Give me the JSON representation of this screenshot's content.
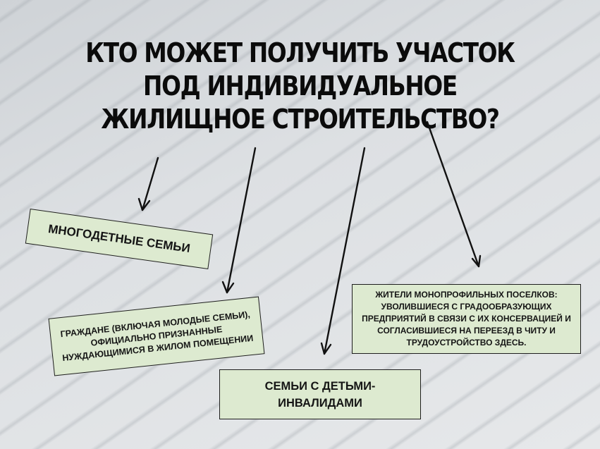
{
  "title": "КТО МОЖЕТ ПОЛУЧИТЬ УЧАСТОК ПОД ИНДИВИДУАЛЬНОЕ ЖИЛИЩНОЕ СТРОИТЕЛЬСТВО?",
  "categories": [
    {
      "id": "large-families",
      "label": "МНОГОДЕТНЫЕ СЕМЬИ"
    },
    {
      "id": "citizens-in-need",
      "label": "ГРАЖДАНЕ (ВКЛЮЧАЯ МОЛОДЫЕ СЕМЬИ), ОФИЦИАЛЬНО ПРИЗНАННЫЕ НУЖДАЮЩИМИСЯ В ЖИЛОМ ПОМЕЩЕНИИ"
    },
    {
      "id": "families-disabled-children",
      "label": "СЕМЬИ С ДЕТЬМИ-ИНВАЛИДАМИ"
    },
    {
      "id": "monotown-residents",
      "label": "ЖИТЕЛИ МОНОПРОФИЛЬНЫХ ПОСЕЛКОВ: УВОЛИВШИЕСЯ С ГРАДООБРАЗУЮЩИХ ПРЕДПРИЯТИЙ В СВЯЗИ С ИХ КОНСЕРВАЦИЕЙ И СОГЛАСИВШИЕСЯ НА ПЕРЕЕЗД В ЧИТУ И ТРУДОУСТРОЙСТВО ЗДЕСЬ."
    }
  ],
  "colors": {
    "box_fill": "#ddead0",
    "box_border": "#1e1e1e",
    "arrow": "#111111",
    "text": "#0b0b0b"
  }
}
